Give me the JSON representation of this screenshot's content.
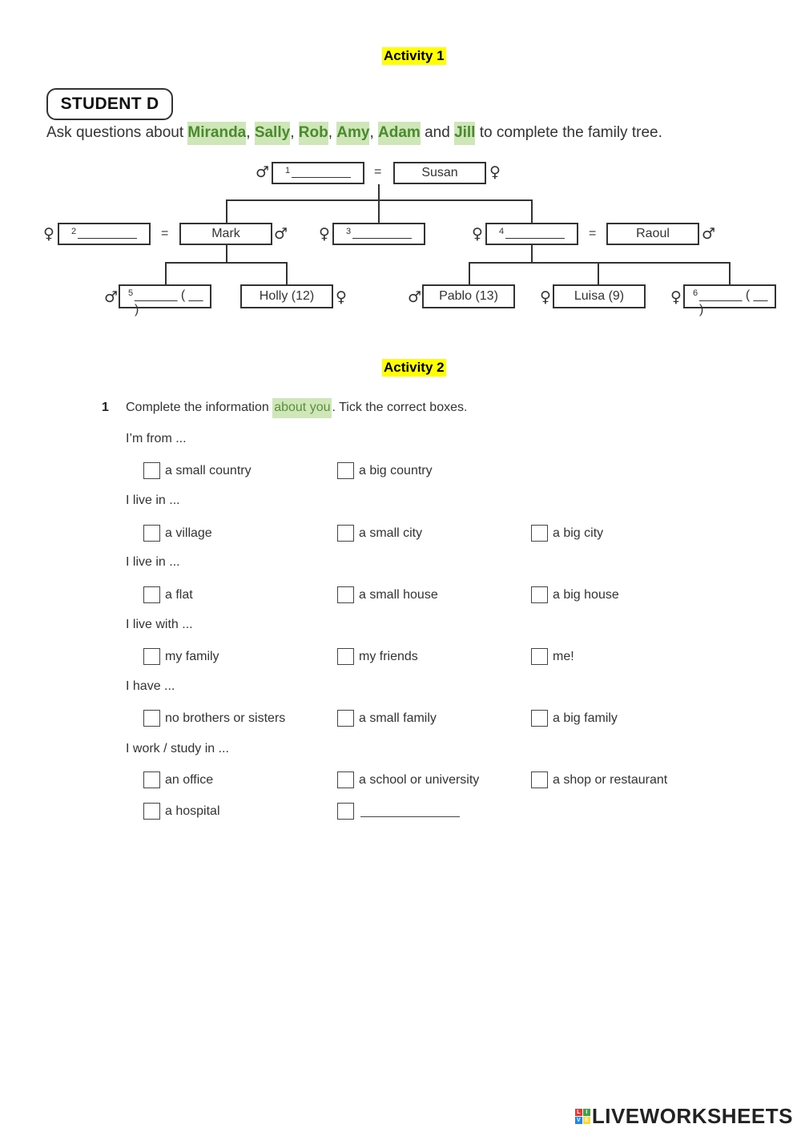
{
  "activity1": {
    "title": "Activity 1",
    "badge": "STUDENT D",
    "instruction": {
      "prefix": "Ask questions about ",
      "names": [
        "Miranda",
        "Sally",
        "Rob",
        "Amy",
        "Adam",
        "Jill"
      ],
      "and_word": "and",
      "suffix": "to complete the family tree."
    },
    "tree": {
      "equals": "=",
      "male_symbol": "♂",
      "female_symbol": "♀",
      "boxes": {
        "b1": {
          "num": "1"
        },
        "susan": "Susan",
        "b2": {
          "num": "2"
        },
        "mark": "Mark",
        "b3": {
          "num": "3"
        },
        "b4": {
          "num": "4"
        },
        "raoul": "Raoul",
        "b5": {
          "num": "5",
          "paren": "______ ( __ )"
        },
        "holly": "Holly (12)",
        "pablo": "Pablo (13)",
        "luisa": "Luisa (9)",
        "b6": {
          "num": "6",
          "paren": "______ ( __ )"
        }
      }
    }
  },
  "activity2": {
    "title": "Activity 2",
    "q_number": "1",
    "question": {
      "prefix": "Complete the information ",
      "highlight": "about you",
      "suffix": ". Tick the correct boxes."
    },
    "groups": [
      {
        "prompt": "I’m from ...",
        "options": [
          "a small country",
          "a big country"
        ]
      },
      {
        "prompt": "I live in ...",
        "options": [
          "a village",
          "a small city",
          "a big city"
        ]
      },
      {
        "prompt": "I live in ...",
        "options": [
          "a flat",
          "a small house",
          "a big house"
        ]
      },
      {
        "prompt": "I live with ...",
        "options": [
          "my family",
          "my friends",
          "me!"
        ]
      },
      {
        "prompt": "I have ...",
        "options": [
          "no brothers or sisters",
          "a small family",
          "a big family"
        ]
      },
      {
        "prompt": "I work / study in ...",
        "options": [
          "an office",
          "a school or university",
          "a shop or restaurant"
        ]
      }
    ],
    "extra_row": {
      "options": [
        "a hospital"
      ]
    }
  },
  "footer": {
    "logo_text": "LIVEWORKSHEETS",
    "logo_tiles": [
      "L",
      "I",
      "V",
      "E"
    ],
    "logo_colors": [
      "#e53935",
      "#43a047",
      "#1e88e5",
      "#fdd835"
    ]
  }
}
